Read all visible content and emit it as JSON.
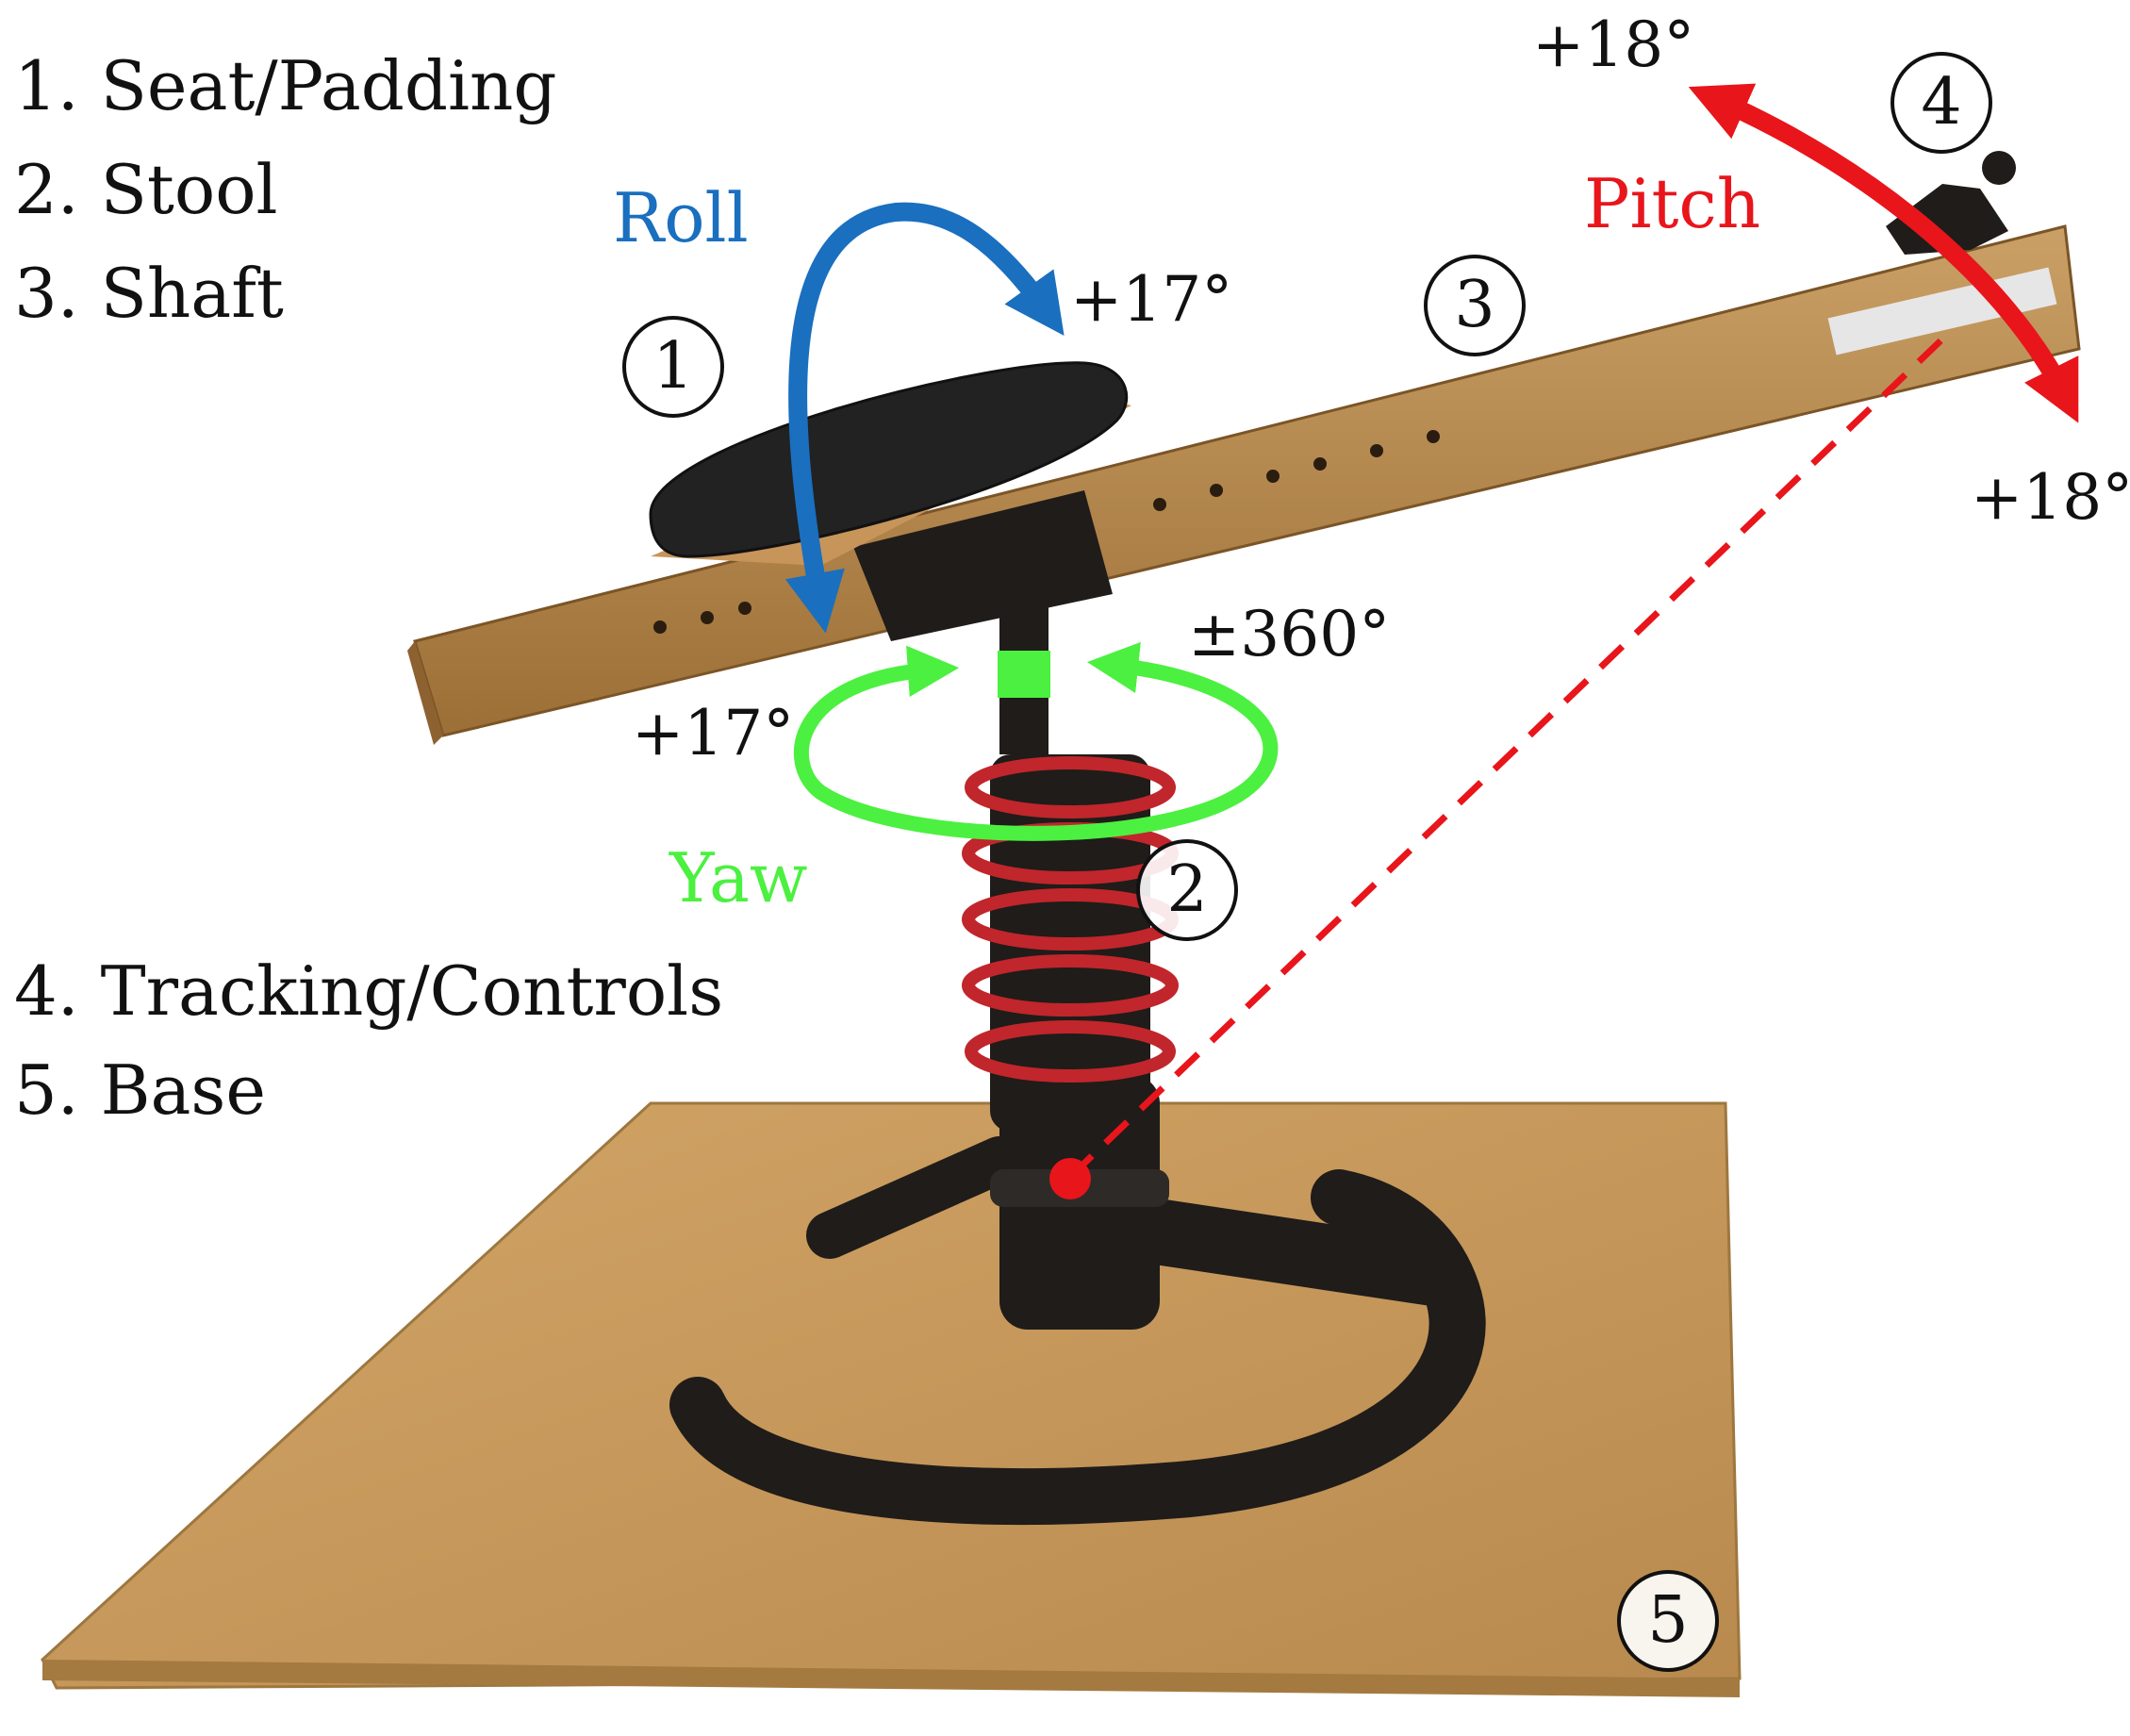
{
  "legend": [
    {
      "num": "1.",
      "label": "Seat/Padding"
    },
    {
      "num": "2.",
      "label": "Stool"
    },
    {
      "num": "3.",
      "label": "Shaft"
    },
    {
      "num": "4.",
      "label": "Tracking/Controls"
    },
    {
      "num": "5.",
      "label": "Base"
    }
  ],
  "axes": {
    "roll": {
      "label": "Roll",
      "color": "#1a6fbf",
      "angle_pos": "+17°",
      "angle_neg": "+17°"
    },
    "pitch": {
      "label": "Pitch",
      "color": "#e8151b",
      "angle_pos": "+18°",
      "angle_neg": "+18°"
    },
    "yaw": {
      "label": "Yaw",
      "color": "#4cf040",
      "angle": "±360°"
    }
  },
  "badges": [
    "1",
    "2",
    "3",
    "4",
    "5"
  ],
  "colors": {
    "wood": "#b98a4e",
    "board": "#c79a5c",
    "seat": "#222222",
    "spring": "#c0262b",
    "stand": "#1f1c1a",
    "sensor": "#e8151b"
  }
}
